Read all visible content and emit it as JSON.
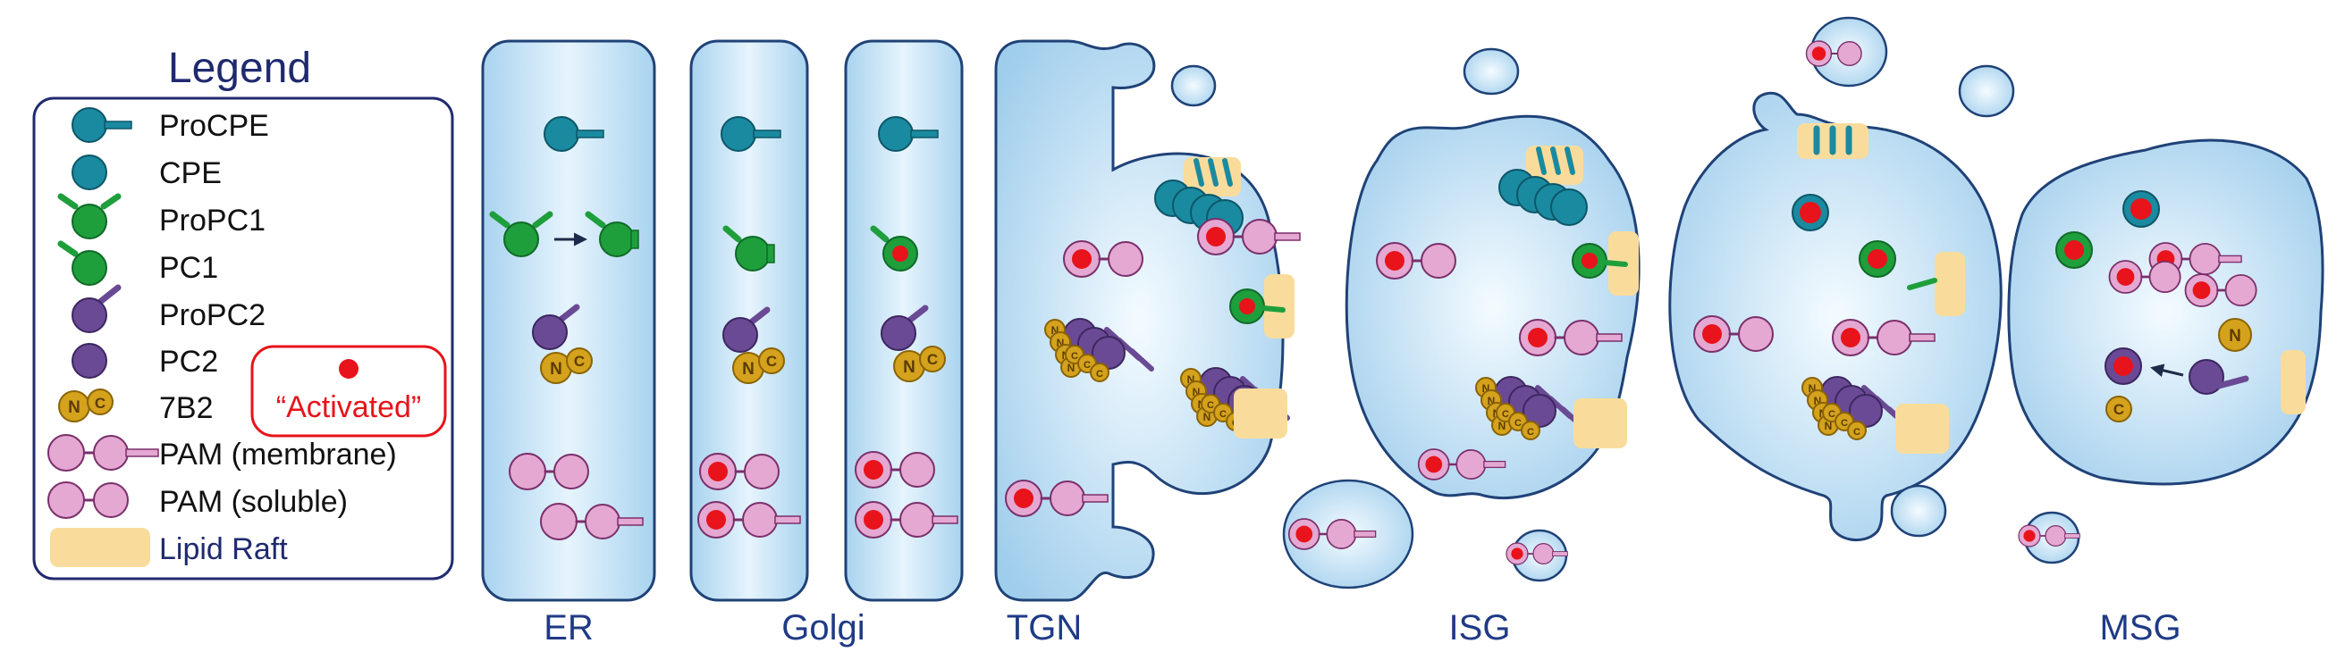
{
  "legend": {
    "title": "Legend",
    "items": [
      {
        "key": "procpe",
        "label": "ProCPE"
      },
      {
        "key": "cpe",
        "label": "CPE"
      },
      {
        "key": "propc1",
        "label": "ProPC1"
      },
      {
        "key": "pc1",
        "label": "PC1"
      },
      {
        "key": "propc2",
        "label": "ProPC2"
      },
      {
        "key": "pc2",
        "label": "PC2"
      },
      {
        "key": "7b2",
        "label": "7B2"
      },
      {
        "key": "pam-membrane",
        "label": "PAM (membrane)"
      },
      {
        "key": "pam-soluble",
        "label": "PAM (soluble)"
      },
      {
        "key": "lipid-raft",
        "label": "Lipid Raft"
      }
    ],
    "activated_label": "“Activated”",
    "n_label": "N",
    "c_label": "C"
  },
  "compartments": {
    "er": "ER",
    "golgi": "Golgi",
    "tgn": "TGN",
    "isg": "ISG",
    "msg": "MSG"
  },
  "colors": {
    "cpe": "#1a8aa0",
    "pc1": "#1f9e3c",
    "pc2": "#6a4a94",
    "b7b2": "#d4a21c",
    "pam": "#e4a8d2",
    "activated": "#e8131b",
    "raft": "#f9dc9c",
    "membrane": "#1f4277",
    "lumen": "#bfe0f4",
    "label": "#1f3a86"
  }
}
